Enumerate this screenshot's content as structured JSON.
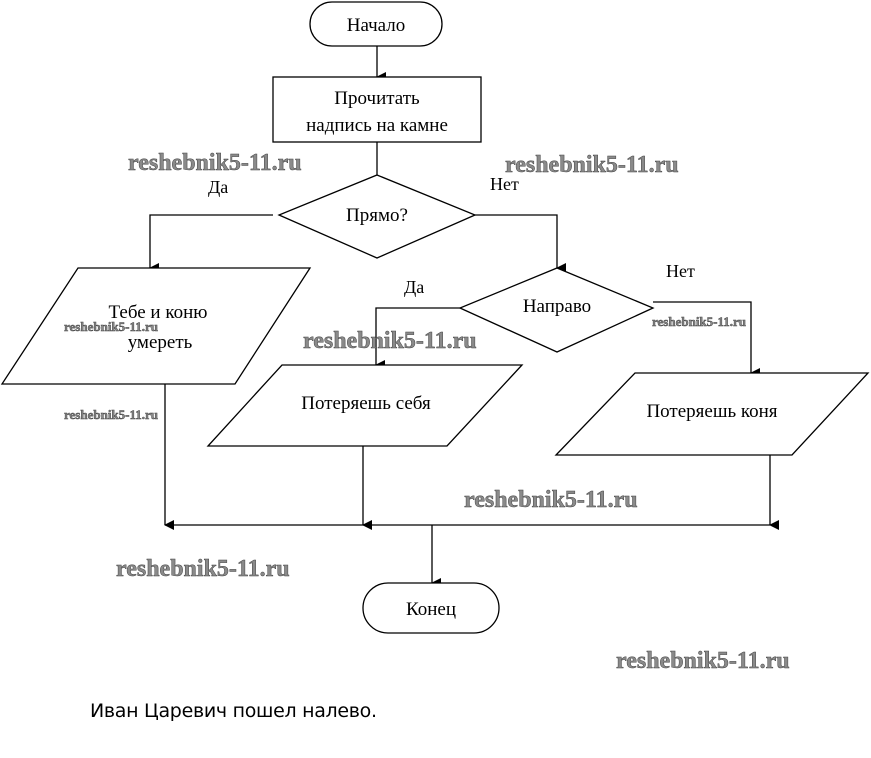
{
  "flowchart": {
    "start": "Начало",
    "process": [
      "Прочитать",
      "надпись на камне"
    ],
    "decision_1": "Прямо?",
    "decision_2": "Направо",
    "output_1": [
      "Тебе и коню",
      "умереть"
    ],
    "output_2": "Потеряешь себя",
    "output_3": "Потеряешь коня",
    "end": "Конец",
    "branch_labels": {
      "d1_yes": "Да",
      "d1_no": "Нет",
      "d2_yes": "Да",
      "d2_no": "Нет"
    }
  },
  "watermark": "reshebnik5-11.ru",
  "answer_text": "Иван Царевич пошел налево."
}
